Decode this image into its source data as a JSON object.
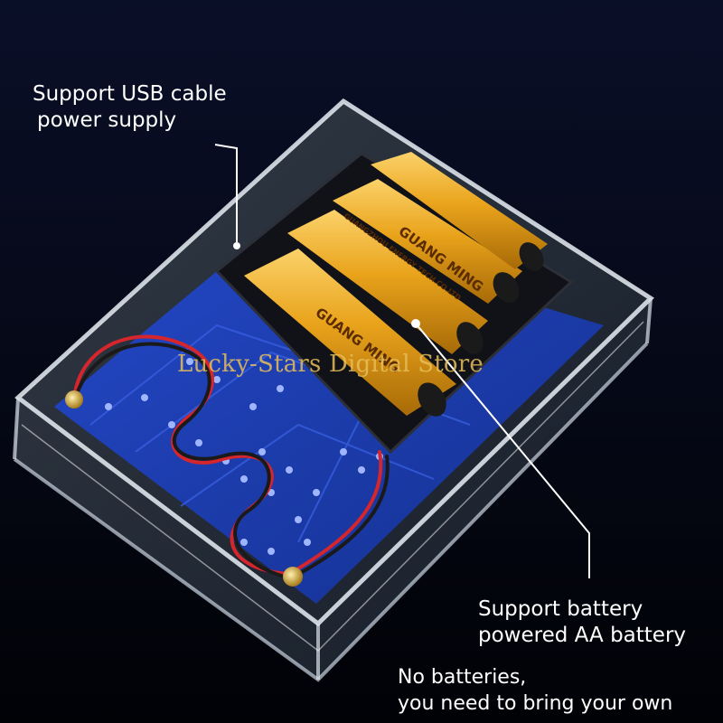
{
  "callouts": {
    "usb": {
      "line1": "Support USB cable",
      "line2": "power supply"
    },
    "battery": {
      "line1": "Support battery",
      "line2": "powered AA battery"
    },
    "no_batteries": {
      "line1": "No batteries,",
      "line2": "you need to bring your own"
    }
  },
  "watermark": "Lucky-Stars Digital Store",
  "battery_label": {
    "brand": "GUANG MING",
    "maker": "GUANGZHOU ENERGY TECH.CO.LTD"
  },
  "colors": {
    "background": "#02030a",
    "pcb_blue": "#1d3fb4",
    "battery_gold": "#e8a21a",
    "wire_red": "#d5252d",
    "callout_text": "#ffffff"
  }
}
